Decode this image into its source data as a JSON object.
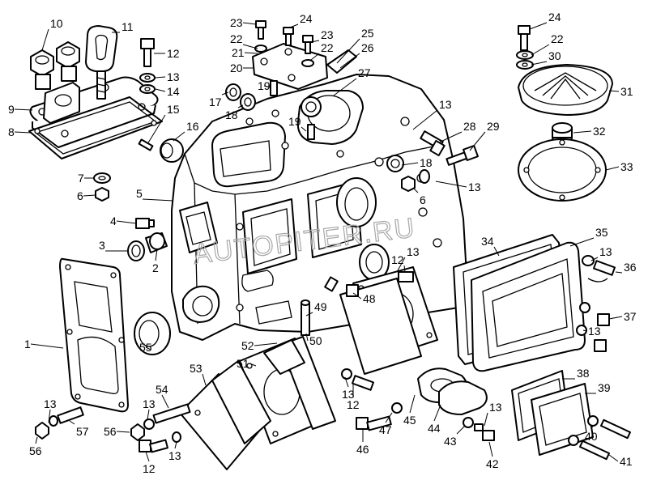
{
  "watermark": "AUTOPITER.RU",
  "callouts": [
    {
      "label": "1"
    },
    {
      "label": "2"
    },
    {
      "label": "3"
    },
    {
      "label": "4"
    },
    {
      "label": "5"
    },
    {
      "label": "6"
    },
    {
      "label": "6"
    },
    {
      "label": "7"
    },
    {
      "label": "8"
    },
    {
      "label": "9"
    },
    {
      "label": "10"
    },
    {
      "label": "11"
    },
    {
      "label": "12"
    },
    {
      "label": "12"
    },
    {
      "label": "12"
    },
    {
      "label": "12"
    },
    {
      "label": "13"
    },
    {
      "label": "13"
    },
    {
      "label": "13"
    },
    {
      "label": "13"
    },
    {
      "label": "13"
    },
    {
      "label": "13"
    },
    {
      "label": "13"
    },
    {
      "label": "13"
    },
    {
      "label": "13"
    },
    {
      "label": "13"
    },
    {
      "label": "13"
    },
    {
      "label": "14"
    },
    {
      "label": "15"
    },
    {
      "label": "16"
    },
    {
      "label": "17"
    },
    {
      "label": "18"
    },
    {
      "label": "18"
    },
    {
      "label": "19"
    },
    {
      "label": "19"
    },
    {
      "label": "20"
    },
    {
      "label": "21"
    },
    {
      "label": "22"
    },
    {
      "label": "22"
    },
    {
      "label": "22"
    },
    {
      "label": "23"
    },
    {
      "label": "23"
    },
    {
      "label": "24"
    },
    {
      "label": "24"
    },
    {
      "label": "25"
    },
    {
      "label": "26"
    },
    {
      "label": "27"
    },
    {
      "label": "28"
    },
    {
      "label": "29"
    },
    {
      "label": "30"
    },
    {
      "label": "31"
    },
    {
      "label": "32"
    },
    {
      "label": "33"
    },
    {
      "label": "34"
    },
    {
      "label": "35"
    },
    {
      "label": "36"
    },
    {
      "label": "37"
    },
    {
      "label": "38"
    },
    {
      "label": "39"
    },
    {
      "label": "40"
    },
    {
      "label": "41"
    },
    {
      "label": "42"
    },
    {
      "label": "43"
    },
    {
      "label": "44"
    },
    {
      "label": "45"
    },
    {
      "label": "46"
    },
    {
      "label": "47"
    },
    {
      "label": "48"
    },
    {
      "label": "49"
    },
    {
      "label": "50"
    },
    {
      "label": "51"
    },
    {
      "label": "52"
    },
    {
      "label": "53"
    },
    {
      "label": "54"
    },
    {
      "label": "55"
    },
    {
      "label": "56"
    },
    {
      "label": "56"
    },
    {
      "label": "57"
    }
  ]
}
